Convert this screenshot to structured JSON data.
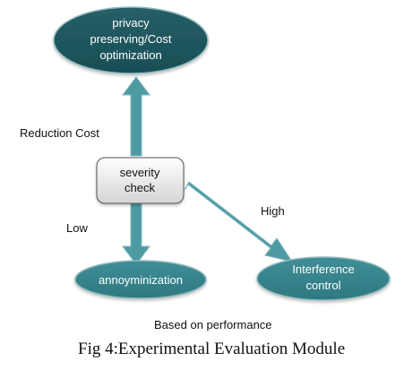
{
  "diagram": {
    "nodes": {
      "privacy": {
        "lines": [
          "privacy",
          "preserving/Cost",
          "optimization"
        ]
      },
      "severity": {
        "lines": [
          "severity",
          "check"
        ]
      },
      "anon": {
        "lines": [
          "annoyminization"
        ]
      },
      "interference": {
        "lines": [
          "Interference",
          "control"
        ]
      }
    },
    "edge_labels": {
      "reduction_cost": "Reduction Cost",
      "low": "Low",
      "high": "High"
    },
    "footer_note": "Based on performance",
    "caption": "Fig 4:Experimental Evaluation Module"
  },
  "colors": {
    "ellipse_fill": "#1f5b63",
    "ellipse_stroke": "#8fb9bd",
    "ellipse_text": "#ffffff",
    "arrow_fill": "#4e9aa3",
    "box_fill_top": "#ffffff",
    "box_fill_bottom": "#d6d6d6",
    "box_stroke": "#555555",
    "text_dark": "#111111"
  }
}
